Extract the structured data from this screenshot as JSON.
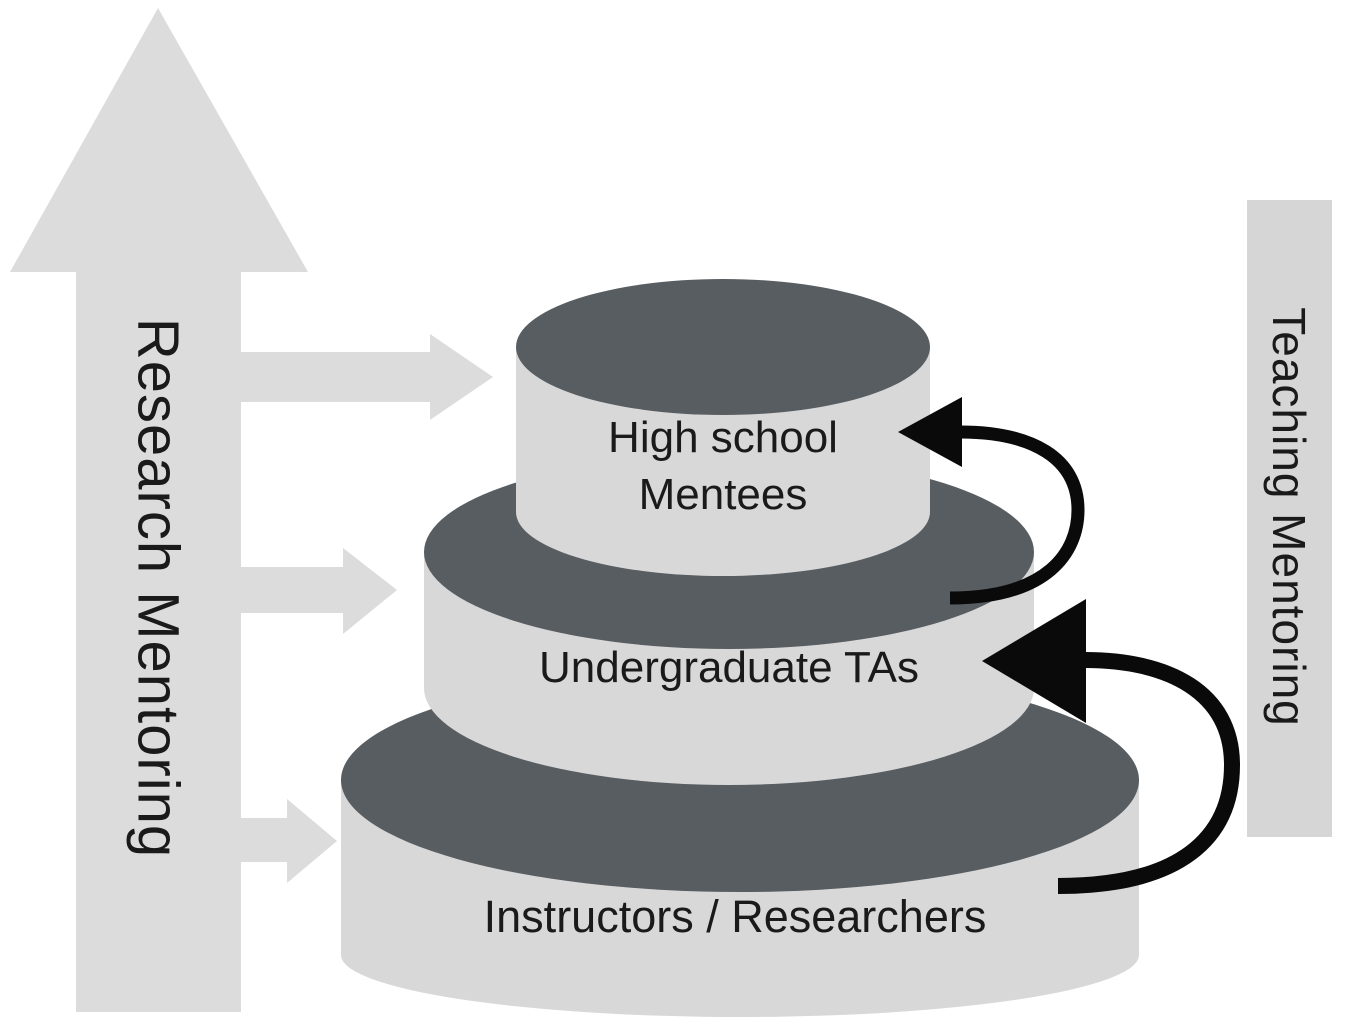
{
  "diagram": {
    "left_arrow": {
      "label": "Research Mentoring"
    },
    "right_panel": {
      "label": "Teaching Mentoring"
    },
    "tiers": [
      {
        "lines": [
          "High school",
          "Mentees"
        ]
      },
      {
        "lines": [
          "Undergraduate TAs"
        ]
      },
      {
        "lines": [
          "Instructors / Researchers"
        ]
      }
    ],
    "colors": {
      "tier_light": "#d8d8d8",
      "tier_dark": "#585d61",
      "arrow_gray": "#dcdcdc",
      "panel_gray": "#d6d6d6",
      "arrow_black": "#0a0a0a",
      "label_text": "#1a1a1a"
    }
  }
}
